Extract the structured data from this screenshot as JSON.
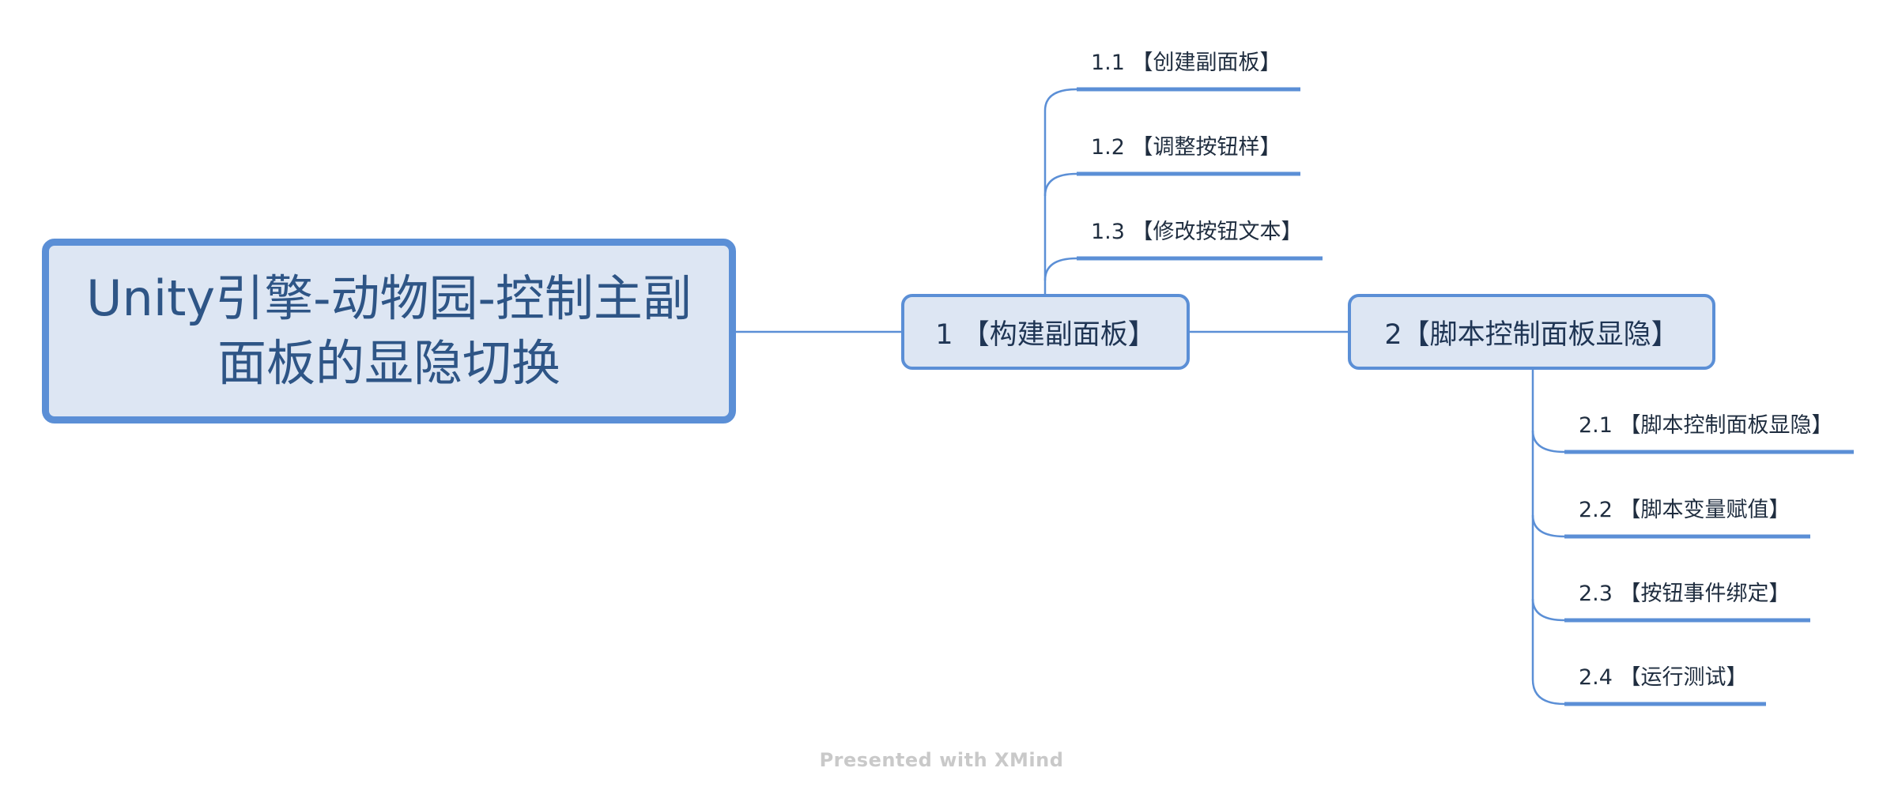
{
  "root": {
    "title": "Unity引擎-动物园-控制主副面板的显隐切换"
  },
  "branches": [
    {
      "label": "1 【构建副面板】",
      "children": [
        {
          "label": "1.1 【创建副面板】"
        },
        {
          "label": "1.2 【调整按钮样】"
        },
        {
          "label": "1.3 【修改按钮文本】"
        }
      ]
    },
    {
      "label": "2【脚本控制面板显隐】",
      "children": [
        {
          "label": "2.1 【脚本控制面板显隐】"
        },
        {
          "label": "2.2 【脚本变量赋值】"
        },
        {
          "label": "2.3 【按钮事件绑定】"
        },
        {
          "label": "2.4 【运行测试】"
        }
      ]
    }
  ],
  "footer": {
    "watermark": "Presented with XMind"
  },
  "colors": {
    "line": "#5b8fd6",
    "topic_fill": "#dde6f3",
    "root_text": "#2e5586"
  }
}
